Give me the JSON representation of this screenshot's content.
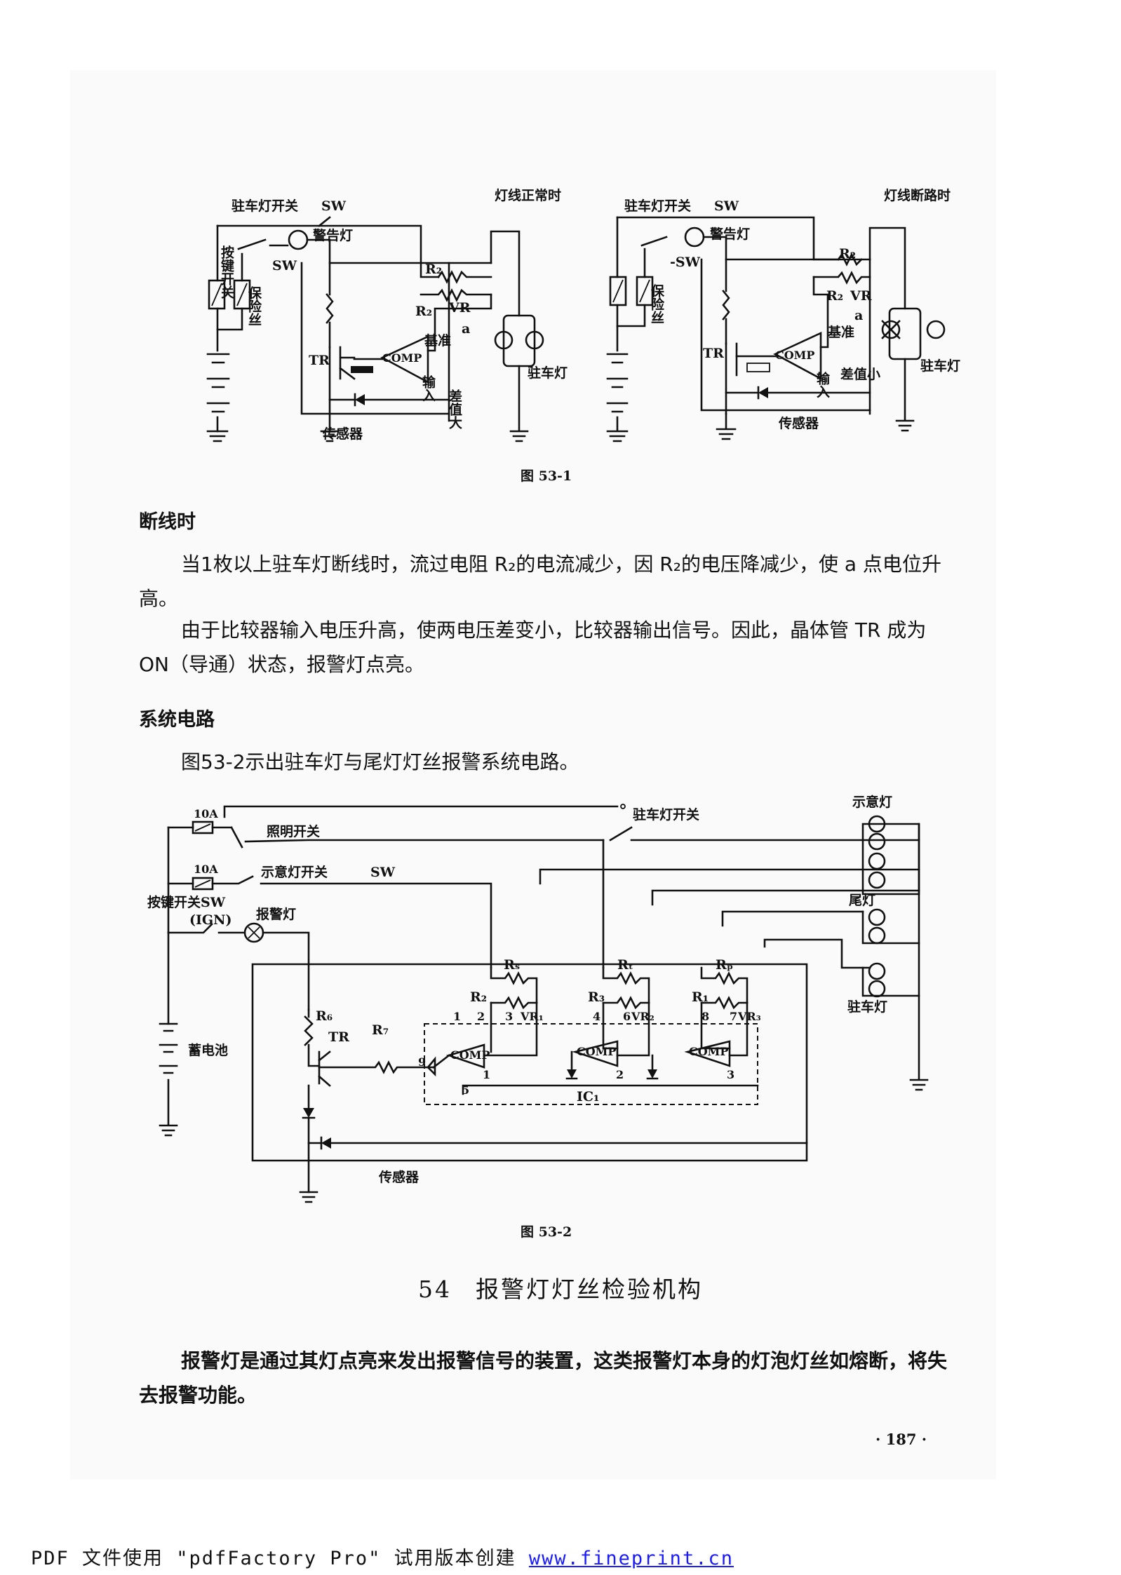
{
  "figure_53_1": {
    "caption": "图 53-1",
    "left": {
      "title": "灯线正常时",
      "park_switch": "驻车灯开关",
      "sw": "SW",
      "warning_lamp": "警告灯",
      "key_switch": "按键开关",
      "sw2": "SW",
      "fuse": "保险丝",
      "r2a": "R₂",
      "r2b": "R₂",
      "vr": "VR",
      "a": "a",
      "base": "基准",
      "tr": "TR",
      "comp": "COMP",
      "input": "输入",
      "diff": "差值大",
      "park_lamp": "驻车灯",
      "sensor": "传感器"
    },
    "right": {
      "title": "灯线断路时",
      "park_switch": "驻车灯开关",
      "sw": "SW",
      "warning_lamp": "警告灯",
      "sw2": "-SW",
      "fuse": "保险丝",
      "r2a": "R₂",
      "r2b": "R₂",
      "vr": "VR",
      "a": "a",
      "base": "基准",
      "tr": "TR",
      "comp": "COMP",
      "input": "输入",
      "diff": "差值小",
      "park_lamp": "驻车灯",
      "sensor": "传感器"
    }
  },
  "section_broken": {
    "heading": "断线时",
    "p1": "当1枚以上驻车灯断线时，流过电阻 R₂的电流减少，因 R₂的电压降减少，使 a 点电位升高。",
    "p2": "由于比较器输入电压升高，使两电压差变小，比较器输出信号。因此，晶体管 TR 成为 ON（导通）状态，报警灯点亮。"
  },
  "section_system": {
    "heading": "系统电路",
    "p1": "图53-2示出驻车灯与尾灯灯丝报警系统电路。"
  },
  "figure_53_2": {
    "caption": "图 53-2",
    "fuse1": "10A",
    "light_switch": "照明开关",
    "park_switch": "驻车灯开关",
    "fuse2": "10A",
    "indicator_switch": "示意灯开关",
    "sw": "SW",
    "key_switch": "按键开关SW",
    "ign": "(IGN)",
    "warning_lamp": "报警灯",
    "battery": "蓄电池",
    "r6": "R₆",
    "tr": "TR",
    "r7": "R₇",
    "rs": "Rₛ",
    "rt": "Rₜ",
    "rp": "Rₚ",
    "r2": "R₂",
    "r3": "R₃",
    "r1": "R₁",
    "vr1": "VR₁",
    "vr2": "VR₂",
    "vr3": "VR₃",
    "comp": "COMP",
    "ic": "IC₁",
    "pins": [
      "1",
      "2",
      "3",
      "4",
      "6",
      "8",
      "7",
      "9",
      "5",
      "1",
      "2",
      "3"
    ],
    "indicator_lamps": "示意灯",
    "tail_lamps": "尾灯",
    "park_lamps": "驻车灯",
    "sensor": "传感器"
  },
  "section_54": {
    "number": "54",
    "title": "报警灯灯丝检验机构",
    "p1": "报警灯是通过其灯点亮来发出报警信号的装置，这类报警灯本身的灯泡灯丝如熔断，将失去报警功能。"
  },
  "page_number": "· 187 ·",
  "footer": {
    "text": "PDF 文件使用 \"pdfFactory Pro\" 试用版本创建 ",
    "link": "www.fineprint.cn"
  }
}
